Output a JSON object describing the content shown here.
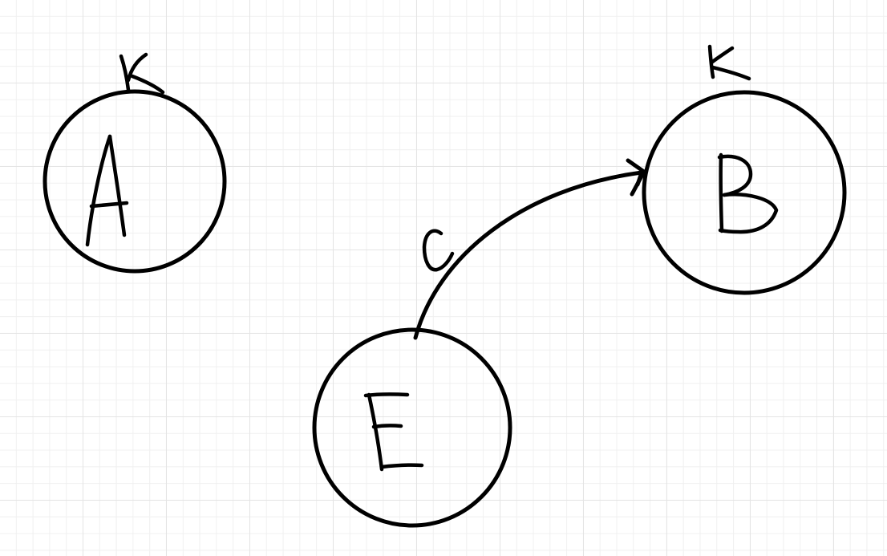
{
  "diagram": {
    "nodes": [
      {
        "id": "A",
        "label": "A",
        "self_loop_label": ""
      },
      {
        "id": "B",
        "label": "B",
        "self_loop_label": ""
      },
      {
        "id": "E",
        "label": "E"
      }
    ],
    "edges": [
      {
        "from": "E",
        "to": "B",
        "label": "C"
      }
    ],
    "colors": {
      "ink": "#000000",
      "grid": "#e4e4e4",
      "background": "#ffffff"
    }
  }
}
